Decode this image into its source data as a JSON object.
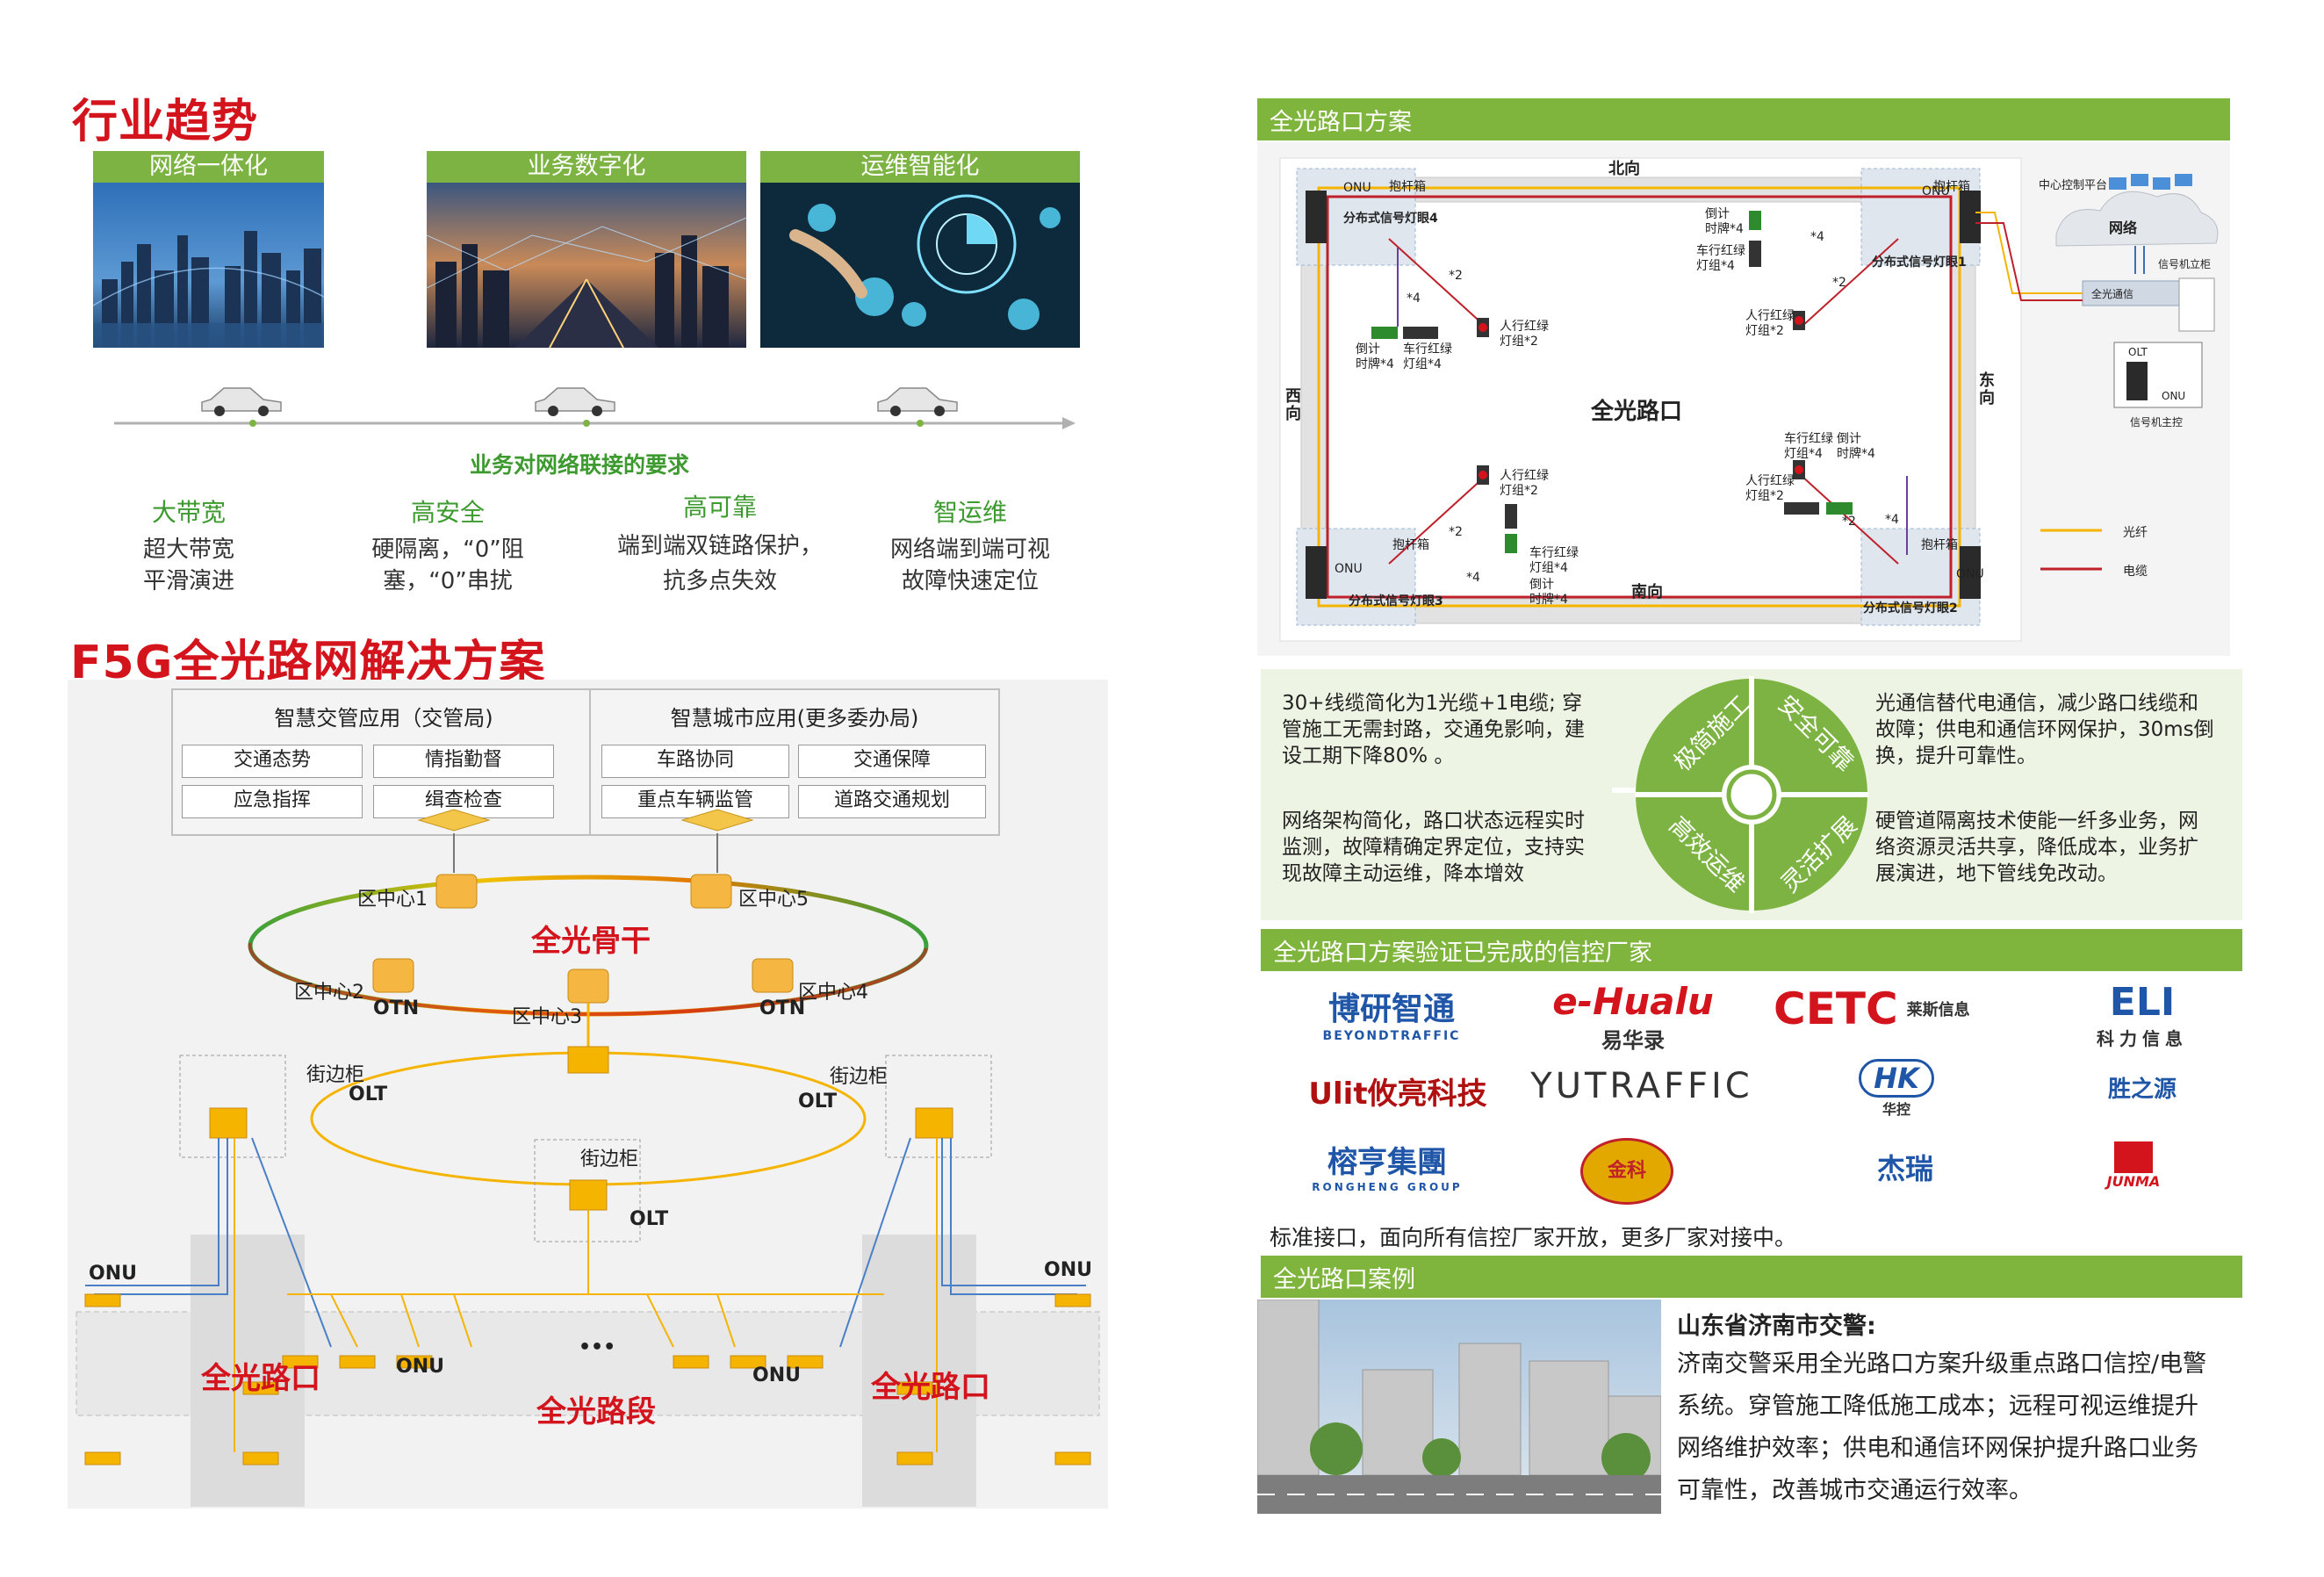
{
  "left": {
    "title1": "行业趋势",
    "trends": [
      {
        "label": "网络一体化"
      },
      {
        "label": "业务数字化"
      },
      {
        "label": "运维智能化"
      }
    ],
    "arrow_caption": "业务对网络联接的要求",
    "reqs": [
      {
        "name": "大带宽",
        "desc": "超大带宽\n平滑演进"
      },
      {
        "name": "高安全",
        "desc": "硬隔离，“0”阻\n塞，“0”串扰"
      },
      {
        "name": "高可靠",
        "desc": "端到端双链路保护，\n抗多点失效"
      },
      {
        "name": "智运维",
        "desc": "网络端到端可视\n故障快速定位"
      }
    ],
    "title2": "F5G全光路网解决方案",
    "app1": {
      "title": "智慧交管应用（交管局)",
      "cells": [
        "交通态势",
        "情指勤督",
        "应急指挥",
        "缉查检查"
      ]
    },
    "app2": {
      "title": "智慧城市应用(更多委办局)",
      "cells": [
        "车路协同",
        "交通保障",
        "重点车辆监管",
        "道路交通规划"
      ]
    },
    "backbone": "全光骨干",
    "centers": [
      "区中心1",
      "区中心5",
      "区中心2",
      "区中心3",
      "区中心4"
    ],
    "otn": "OTN",
    "cabinet": "街边柜",
    "olt": "OLT",
    "onu": "ONU",
    "ellipsis": "•••",
    "intersection": "全光路口",
    "segment": "全光路段"
  },
  "right": {
    "sec1": "全光路口方案",
    "map": {
      "north": "北向",
      "south": "南向",
      "west": "西\n向",
      "east": "东\n向",
      "center": "全光路口",
      "onu": "ONU",
      "pole": "抱杆箱",
      "unit1": "分布式信号灯眼1",
      "unit2": "分布式信号灯眼2",
      "unit3": "分布式信号灯眼3",
      "unit4": "分布式信号灯眼4",
      "countdown": "倒计\n时牌*4",
      "car_light": "车行红绿\n灯组*4",
      "ped_light": "人行红绿\n灯组*2",
      "x2": "*2",
      "x4": "*4",
      "platform": "中心控制平台",
      "network": "网络",
      "cabinet": "信号机立柜",
      "fullopt": "全光通信",
      "olt": "OLT",
      "signal": "信号机主控",
      "legend_fiber": "光纤",
      "legend_cable": "电缆"
    },
    "features": {
      "tl": "30+线缆简化为1光缆+1电缆; 穿管施工无需封路，交通免影响，建设工期下降80% 。",
      "tr": "光通信替代电通信，减少路口线缆和故障；供电和通信环网保护，30ms倒换，提升可靠性。",
      "bl": "网络架构简化，路口状态远程实时监测，故障精确定界定位，支持实现故障主动运维，降本增效",
      "br": "硬管道隔离技术使能一纤多业务，网络资源灵活共享，降低成本，业务扩展演进，地下管线免改动。",
      "q1": "极简施工",
      "q2": "安全可靠",
      "q3": "高效运维",
      "q4": "灵活扩展"
    },
    "sec2": "全光路口方案验证已完成的信控厂家",
    "vendors": [
      {
        "text": "博研智通",
        "sub": "BEYONDTRAFFIC"
      },
      {
        "text": "e-Hualu",
        "sub": "易华录"
      },
      {
        "text": "CETC",
        "sub": "莱斯信息"
      },
      {
        "text": "ELI",
        "sub": "科力信息"
      },
      {
        "text": "Ulit攸亮科技",
        "sub": ""
      },
      {
        "text": "YUTRAFFIC",
        "sub": ""
      },
      {
        "text": "HK",
        "sub": "华控"
      },
      {
        "text": "胜之源",
        "sub": ""
      },
      {
        "text": "榕亨集團",
        "sub": "RONGHENG GROUP"
      },
      {
        "text": "金科",
        "sub": ""
      },
      {
        "text": "杰瑞",
        "sub": ""
      },
      {
        "text": "JUNMA",
        "sub": ""
      }
    ],
    "open_note": "标准接口，面向所有信控厂家开放，更多厂家对接中。",
    "sec3": "全光路口案例",
    "case_title": "山东省济南市交警:",
    "case_lines": [
      "济南交警采用全光路口方案升级重点路口信控/电警",
      "系统。穿管施工降低施工成本；远程可视运维提升",
      "网络维护效率；供电和通信环网保护提升路口业务",
      "可靠性，改善城市交通运行效率。"
    ]
  },
  "colors": {
    "brand_red": "#d4141c",
    "green": "#7cb342",
    "fiber": "#f5b400",
    "cable": "#c0202a",
    "blue": "#4a7fc8"
  }
}
